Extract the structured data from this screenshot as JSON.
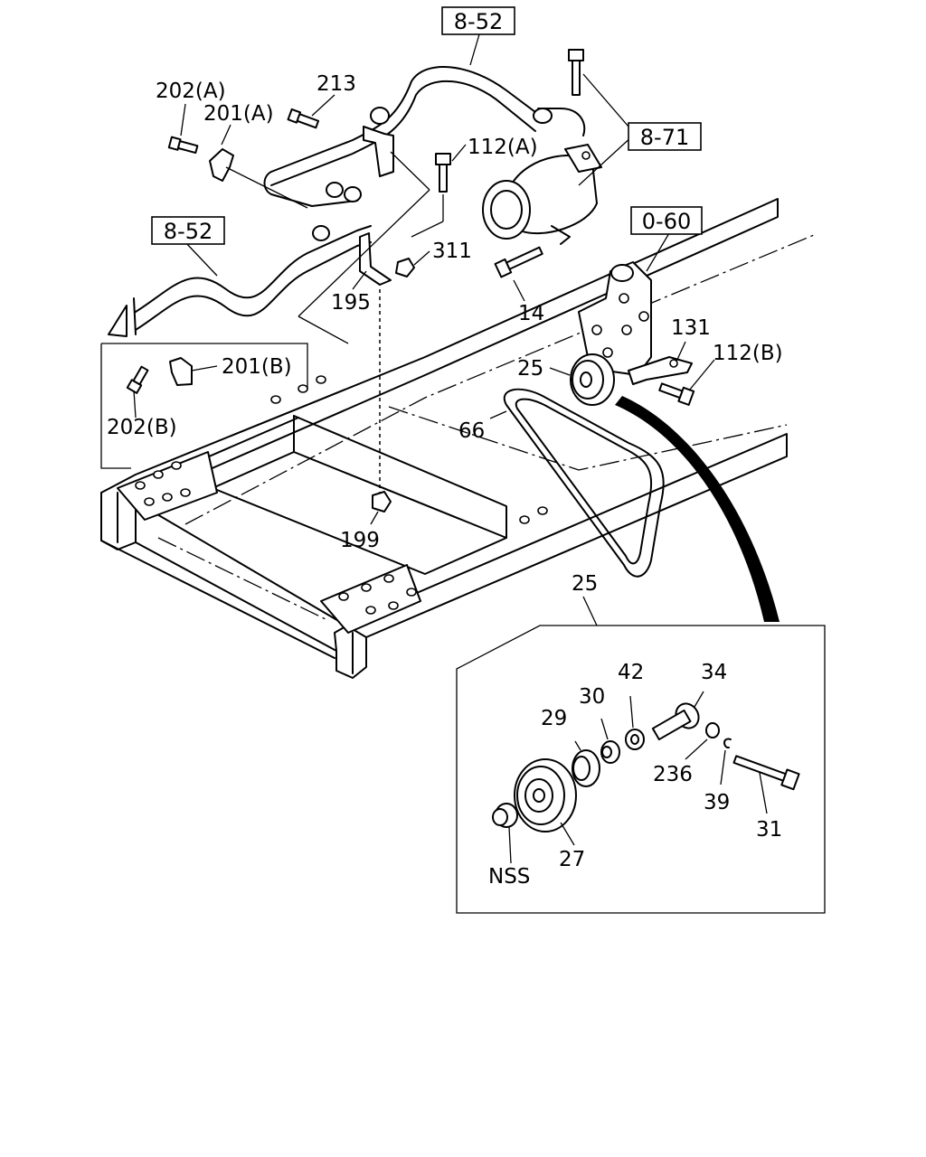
{
  "diagram": {
    "references": [
      {
        "id": "ref-8-52-top",
        "text": "8-52"
      },
      {
        "id": "ref-8-71",
        "text": "8-71"
      },
      {
        "id": "ref-0-60",
        "text": "0-60"
      },
      {
        "id": "ref-8-52-left",
        "text": "8-52"
      }
    ],
    "labels": [
      {
        "id": "part-202a",
        "text": "202(A)"
      },
      {
        "id": "part-201a",
        "text": "201(A)"
      },
      {
        "id": "part-213",
        "text": "213"
      },
      {
        "id": "part-112a",
        "text": "112(A)"
      },
      {
        "id": "part-311",
        "text": "311"
      },
      {
        "id": "part-195",
        "text": "195"
      },
      {
        "id": "part-14",
        "text": "14"
      },
      {
        "id": "part-201b",
        "text": "201(B)"
      },
      {
        "id": "part-202b",
        "text": "202(B)"
      },
      {
        "id": "part-131",
        "text": "131"
      },
      {
        "id": "part-112b",
        "text": "112(B)"
      },
      {
        "id": "part-25-top",
        "text": "25"
      },
      {
        "id": "part-66",
        "text": "66"
      },
      {
        "id": "part-199",
        "text": "199"
      },
      {
        "id": "part-25-detail",
        "text": "25"
      },
      {
        "id": "part-42",
        "text": "42"
      },
      {
        "id": "part-34",
        "text": "34"
      },
      {
        "id": "part-30",
        "text": "30"
      },
      {
        "id": "part-29",
        "text": "29"
      },
      {
        "id": "part-236",
        "text": "236"
      },
      {
        "id": "part-39",
        "text": "39"
      },
      {
        "id": "part-31",
        "text": "31"
      },
      {
        "id": "part-27",
        "text": "27"
      },
      {
        "id": "part-nss",
        "text": "NSS"
      }
    ]
  }
}
